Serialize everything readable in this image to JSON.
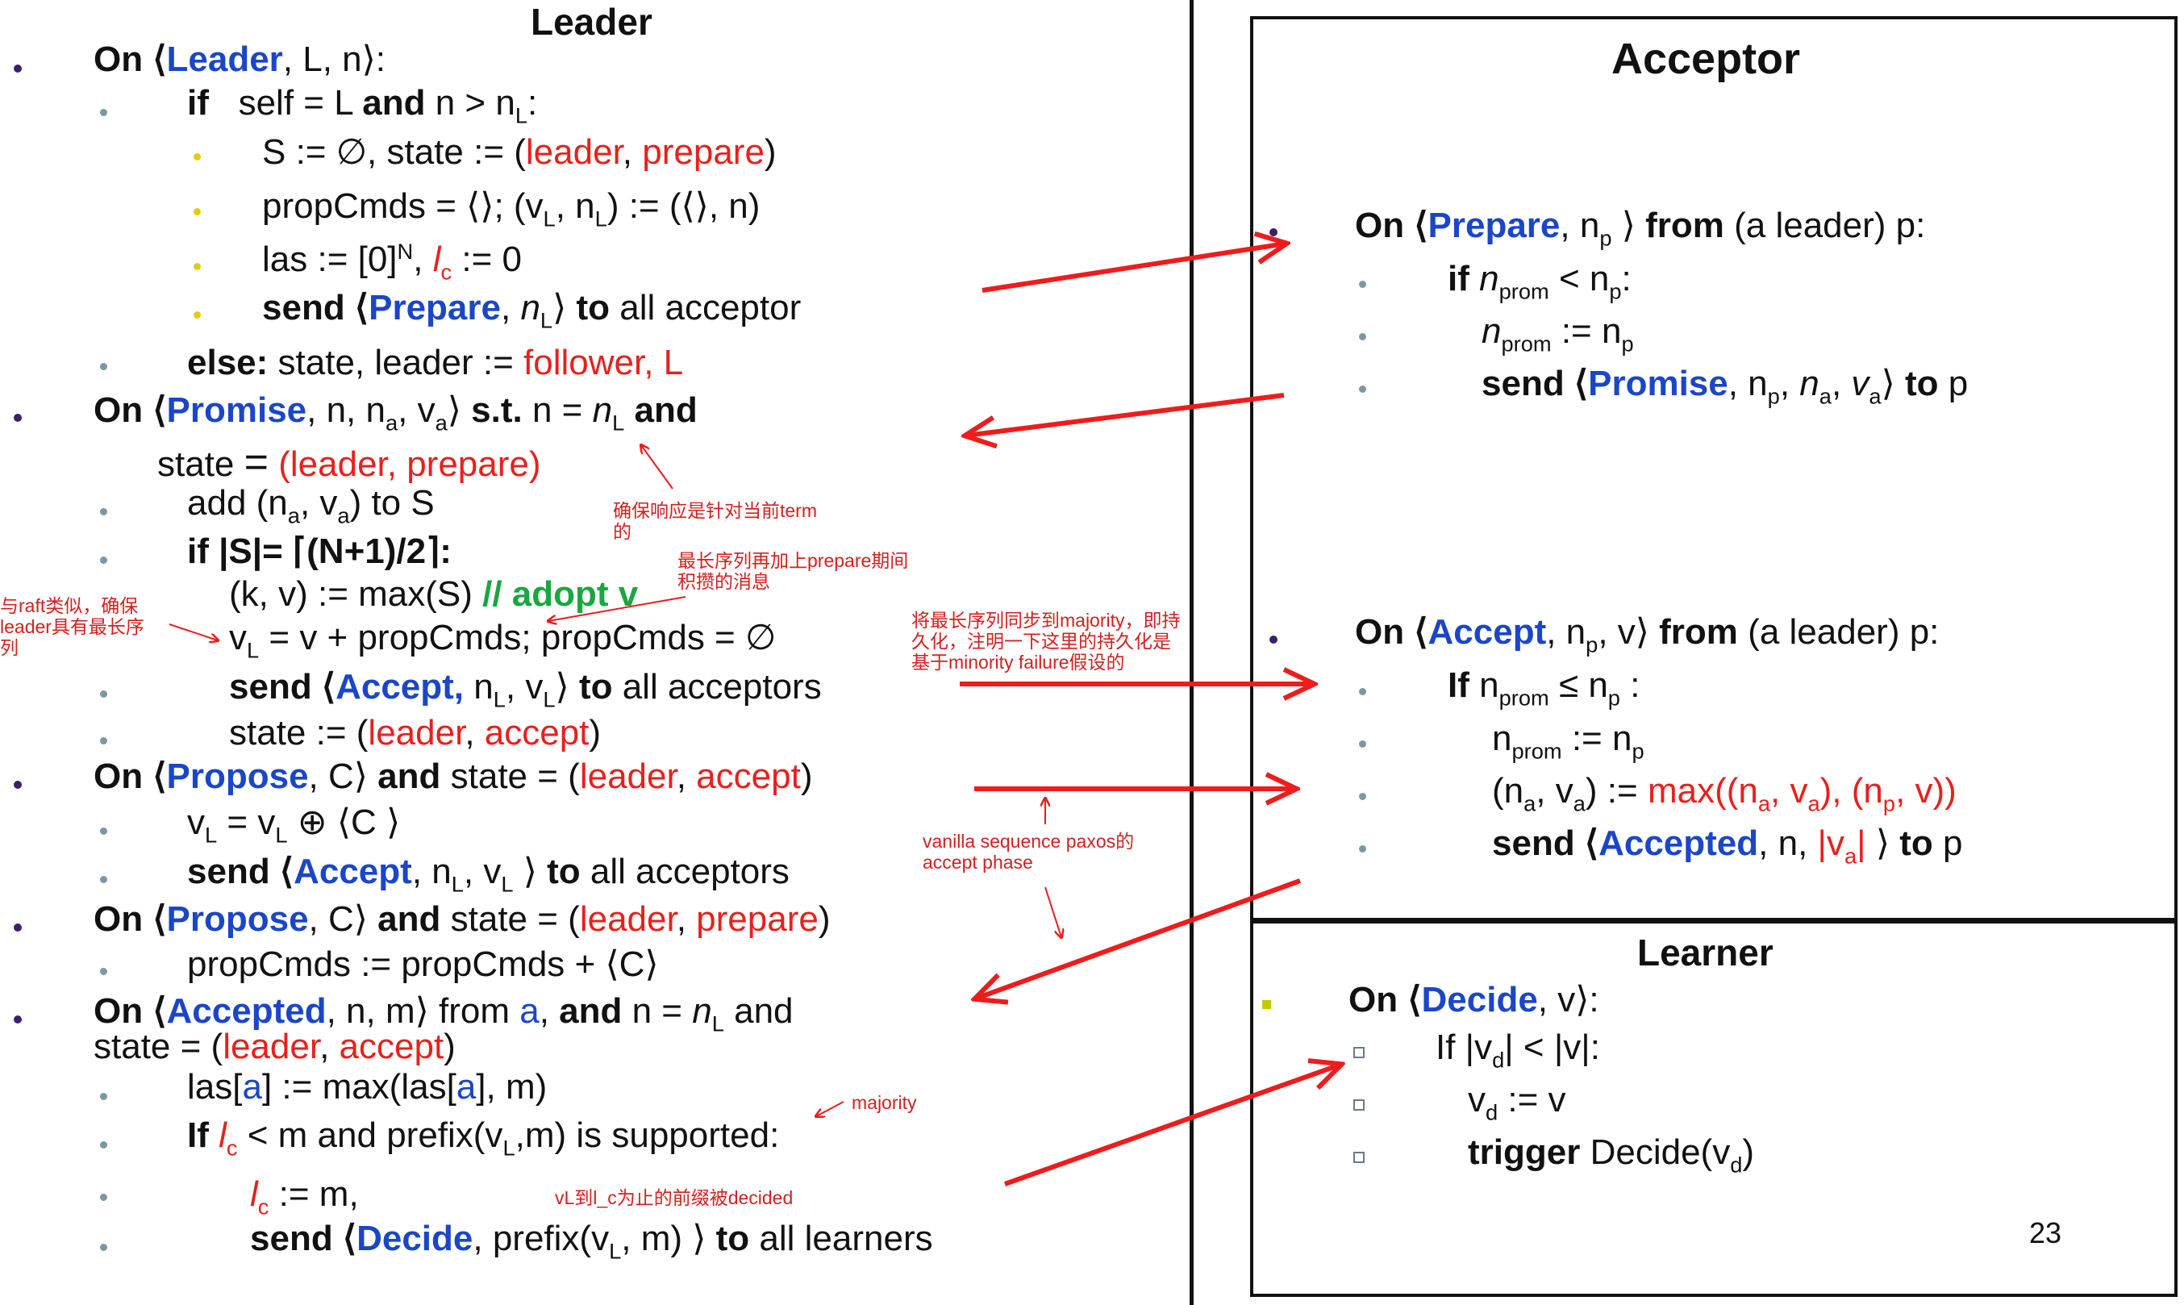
{
  "leader": {
    "title": "Leader",
    "on_leader": {
      "on": "On ⟨",
      "kw": "Leader",
      "rest": ", L, n⟩:"
    },
    "if_self": {
      "if": "if",
      "a": "self = L ",
      "and": "and",
      "b": " n > n",
      "sub": "L",
      "end": ":"
    },
    "s_state": {
      "a": "S := ∅, state := (",
      "r1": "leader",
      "c": ", ",
      "r2": "prepare",
      "e": ")"
    },
    "propcmds": {
      "a": "propCmds = ⟨⟩; (v",
      "s1": "L",
      "b": ", n",
      "s2": "L",
      "c": ") := (⟨⟩, n)"
    },
    "las": {
      "a": "las := [0]",
      "sup": "N",
      "b": ", ",
      "lc": "l",
      "sub": "c",
      "c": " := 0"
    },
    "send_prepare": {
      "send": "send ⟨",
      "kw": "Prepare",
      "c": ", ",
      "n": "n",
      "sub": "L",
      "d": "⟩ ",
      "to": "to",
      "e": " all acceptor"
    },
    "else": {
      "k": "else:",
      "a": " state, leader := ",
      "r": "follower, L"
    },
    "on_promise": {
      "on": "On ⟨",
      "kw": "Promise",
      "a": ", n, n",
      "s1": "a",
      "b": ", v",
      "s2": "a",
      "c": "⟩ ",
      "st": "s.t.",
      "d": " n = ",
      "n": "n",
      "s3": "L",
      "and": " and"
    },
    "state_eq": {
      "a": "state ",
      "eq": "=",
      "r": " (leader, prepare)"
    },
    "add": {
      "a": "add (n",
      "s1": "a",
      "b": ", v",
      "s2": "a",
      "c": ") to S"
    },
    "if_s": {
      "a": "if |S|= ⌈(N+1)/2⌉:"
    },
    "max_s": {
      "a": "(k, v) := max(S) ",
      "g": "// adopt v"
    },
    "vl": {
      "a": "v",
      "s": "L",
      "b": " = v + propCmds; propCmds = ∅"
    },
    "send_accept1": {
      "send": "send ⟨",
      "kw": "Accept,",
      "a": " n",
      "s1": "L",
      "b": ", v",
      "s2": "L",
      "c": "⟩ ",
      "to": "to",
      "d": " all acceptors"
    },
    "state_accept1": {
      "a": "state := (",
      "r1": "leader",
      "c": ", ",
      "r2": "accept",
      "e": ")"
    },
    "on_propose1": {
      "on": "On ⟨",
      "kw": "Propose",
      "a": ", C⟩ ",
      "and": "and",
      "b": " state = (",
      "r1": "leader",
      "c": ", ",
      "r2": "accept",
      "e": ")"
    },
    "vl_concat": {
      "a": "v",
      "s1": "L",
      "b": " = v",
      "s2": "L",
      "c": " ⊕ ⟨C ⟩"
    },
    "send_accept2": {
      "send": "send ⟨",
      "kw": "Accept",
      "a": ", n",
      "s1": "L",
      "b": ", v",
      "s2": "L",
      "c": " ⟩ ",
      "to": "to",
      "d": " all acceptors"
    },
    "on_propose2": {
      "on": "On ⟨",
      "kw": "Propose",
      "a": ", C⟩ ",
      "and": "and",
      "b": " state = (",
      "r1": "leader",
      "c": ", ",
      "r2": "prepare",
      "e": ")"
    },
    "propcmds_add": {
      "a": "propCmds := propCmds + ⟨C⟩"
    },
    "on_accepted": {
      "on": "On ⟨",
      "kw": "Accepted",
      "a": ", n, m⟩ from ",
      "aa": "a",
      "b": ", ",
      "and": "and",
      "c": " n = ",
      "n": "n",
      "s": "L",
      "d": " and"
    },
    "state_accept2": {
      "a": "state = (",
      "r1": "leader",
      "c": ", ",
      "r2": "accept",
      "e": ")"
    },
    "las_max": {
      "a": "las[",
      "aa": "a",
      "b": "] := max(las[",
      "aa2": "a",
      "c": "], m)"
    },
    "if_lc": {
      "if": "If ",
      "lc": "l",
      "sub": "c",
      "a": " < m and prefix(v",
      "s": "L",
      "b": ",m) is supported:"
    },
    "lc_m": {
      "lc": "l",
      "sub": "c",
      "a": " := m,"
    },
    "send_decide": {
      "send": "send ⟨",
      "kw": "Decide",
      "a": ", prefix(v",
      "s": "L",
      "b": ", m) ⟩ ",
      "to": "to",
      "c": " all learners"
    }
  },
  "acceptor": {
    "title": "Acceptor",
    "on_prepare": {
      "on": "On ⟨",
      "kw": "Prepare",
      "a": ", n",
      "s": "p",
      "b": " ⟩ ",
      "from": "from",
      "c": " (a leader) p:"
    },
    "if_nprom": {
      "if": "if ",
      "n": "n",
      "s1": "prom",
      "a": " < n",
      "s2": "p",
      "b": ":"
    },
    "nprom_set": {
      "n": "n",
      "s1": "prom",
      "a": " := n",
      "s2": "p"
    },
    "send_promise": {
      "send": "send ⟨",
      "kw": "Promise",
      "a": ", n",
      "s1": "p",
      "b": ", ",
      "na": "n",
      "s2": "a",
      "c": ", ",
      "va": "v",
      "s3": "a",
      "d": "⟩ ",
      "to": "to",
      "e": " p"
    },
    "on_accept": {
      "on": "On ⟨",
      "kw": "Accept",
      "a": ", n",
      "s": "p",
      "b": ", v⟩ ",
      "from": "from",
      "c": " (a leader) p:"
    },
    "if_nprom2": {
      "if": "If",
      "a": " n",
      "s1": "prom",
      "b": " ≤ n",
      "s2": "p",
      "c": " :"
    },
    "nprom_set2": {
      "a": "n",
      "s1": "prom",
      "b": " := n",
      "s2": "p"
    },
    "na_va": {
      "a": "(n",
      "s1": "a",
      "b": ", v",
      "s2": "a",
      "c": ") := ",
      "r": "max((n",
      "rs1": "a",
      "r2": ", v",
      "rs2": "a",
      "r3": "), (n",
      "rs3": "p",
      "r4": ", v))"
    },
    "send_accepted": {
      "send": "send ⟨",
      "kw": "Accepted",
      "a": ", n, ",
      "r": "|v",
      "rs": "a",
      "r2": "|",
      "b": " ⟩ ",
      "to": "to",
      "c": " p"
    }
  },
  "learner": {
    "title": "Learner",
    "on_decide": {
      "on": "On ⟨",
      "kw": "Decide",
      "a": ", v⟩:"
    },
    "if_vd": {
      "a": "If |v",
      "s": "d",
      "b": "| < |v|:"
    },
    "vd_set": {
      "a": "v",
      "s": "d",
      "b": " := v"
    },
    "trigger": {
      "t": "trigger",
      "a": " Decide(v",
      "s": "d",
      "b": ")"
    }
  },
  "page_number": "23",
  "annotations": {
    "term": "确保响应是针对当前term的",
    "longest_prepare": "最长序列再加上prepare期间积攒的消息",
    "raft_like": "与raft类似，确保leader具有最长序列",
    "sync_majority": "将最长序列同步到majority，即持久化，注明一下这里的持久化是基于minority failure假设的",
    "vanilla": "vanilla sequence paxos的accept phase",
    "majority": "majority",
    "vl_prefix": "vL到l_c为止的前缀被decided"
  },
  "colors": {
    "keyword_blue": "#1a46c8",
    "highlight_red": "#e8201c",
    "comment_green": "#1aa640",
    "arrow_red": "#ee1c1c"
  }
}
